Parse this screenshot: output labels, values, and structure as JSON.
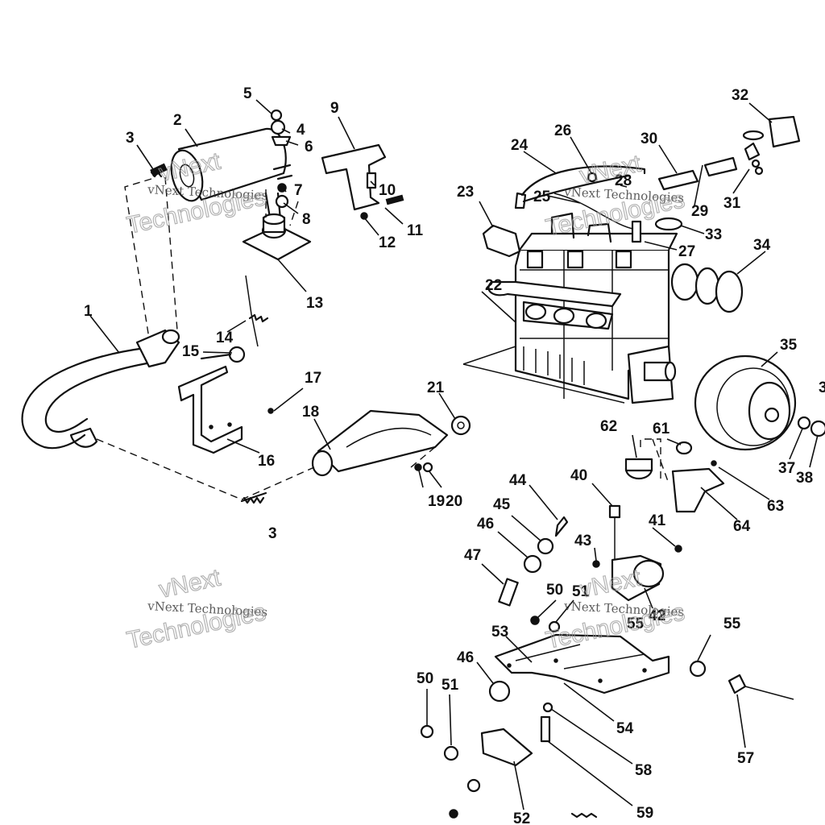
{
  "watermarks": [
    {
      "big": "vNext",
      "small": "vNext Technologies",
      "big2": "Technologies"
    },
    {
      "big": "vNext",
      "small": "vNext Technologies",
      "big2": "Technologies"
    },
    {
      "big": "vNext",
      "small": "vNext Technologies",
      "big2": "Technologies"
    },
    {
      "big": "vNext",
      "small": "vNext Technologies",
      "big2": "Technologies"
    }
  ],
  "callouts": {
    "c1": "1",
    "c2": "2",
    "c3a": "3",
    "c3b": "3",
    "c4": "4",
    "c5": "5",
    "c6": "6",
    "c7": "7",
    "c8": "8",
    "c9": "9",
    "c10": "10",
    "c11": "11",
    "c12": "12",
    "c13": "13",
    "c14": "14",
    "c15": "15",
    "c16": "16",
    "c17": "17",
    "c18": "18",
    "c19": "19",
    "c20": "20",
    "c21": "21",
    "c22": "22",
    "c23": "23",
    "c24": "24",
    "c25": "25",
    "c26": "26",
    "c27": "27",
    "c28": "28",
    "c29": "29",
    "c30": "30",
    "c31": "31",
    "c32": "32",
    "c33": "33",
    "c34": "34",
    "c35": "35",
    "c36": "3",
    "c37": "37",
    "c38": "38",
    "c40": "40",
    "c41": "41",
    "c42": "42",
    "c43": "43",
    "c44": "44",
    "c45": "45",
    "c46a": "46",
    "c46b": "46",
    "c47": "47",
    "c50a": "50",
    "c50b": "50",
    "c51a": "51",
    "c51b": "51",
    "c52": "52",
    "c53": "53",
    "c54": "54",
    "c55a": "55",
    "c55b": "55",
    "c57": "57",
    "c58": "58",
    "c59": "59",
    "c61": "61",
    "c62": "62",
    "c63": "63",
    "c64": "64"
  }
}
